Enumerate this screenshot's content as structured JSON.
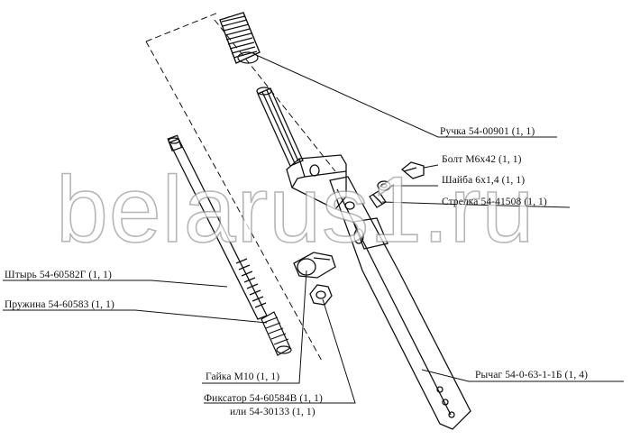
{
  "watermark": "belarus1.ru",
  "labels": {
    "handle": "Ручка 54-00901 (1, 1)",
    "bolt": "Болт М6х42 (1, 1)",
    "washer": "Шайба 6х1,4  (1, 1)",
    "arrow": "Стрелка 54-41508 (1, 1)",
    "pin": "Штырь 54-60582Г (1, 1)",
    "spring": "Пружина 54-60583 (1, 1)",
    "nut": "Гайка М10  (1, 1)",
    "lever": "Рычаг 54-0-63-1-1Б  (1, 4)",
    "latch": "Фиксатор 54-60584В  (1, 1)",
    "latch_alt": "или 54-30133  (1, 1)"
  },
  "colors": {
    "ink": "#111111",
    "watermark_outline": "#9a9a9a"
  }
}
